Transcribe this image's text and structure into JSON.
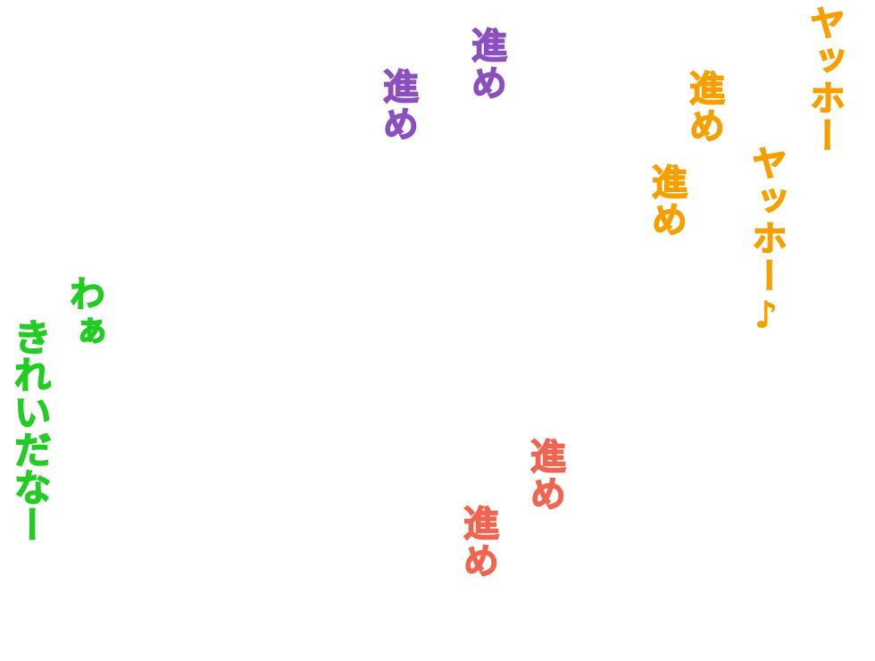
{
  "texts": {
    "yahoo_1": "ヤッホー",
    "yahoo_2": "ヤッホー♪",
    "susume_orange_1": "進め",
    "susume_orange_2": "進め",
    "susume_purple_1": "進め",
    "susume_purple_2": "進め",
    "susume_coral_1": "進め",
    "susume_coral_2": "進め",
    "waa": "わぁ",
    "kirei": "きれいだなー"
  },
  "colors": {
    "orange": "#f5a000",
    "purple": "#8c4fbf",
    "coral": "#f06550",
    "green": "#22cc22",
    "background": "#ffffff"
  }
}
